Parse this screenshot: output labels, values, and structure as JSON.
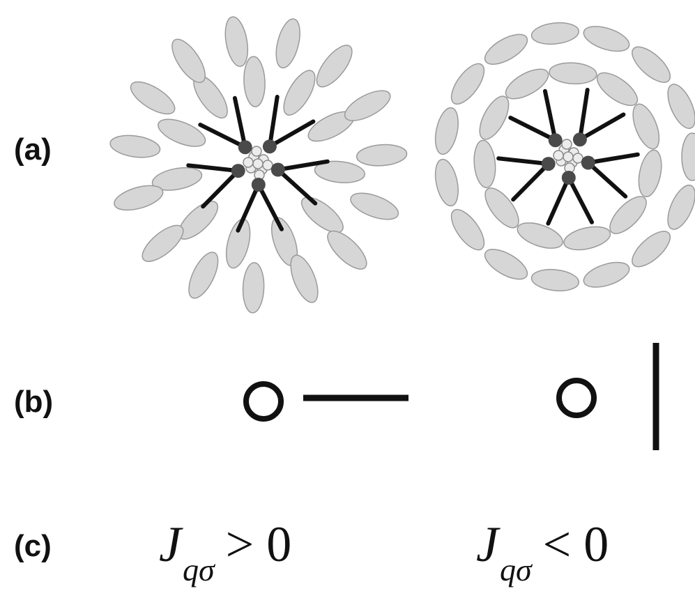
{
  "labels": {
    "a": "(a)",
    "b": "(b)",
    "c": "(c)"
  },
  "left": {
    "J": "J",
    "sub": "qσ",
    "relation": "> 0"
  },
  "right": {
    "J": "J",
    "sub": "qσ",
    "relation": "< 0"
  },
  "colors": {
    "ellipse_fill": "#d6d6d6",
    "ellipse_stroke": "#9a9a9a",
    "core": "#4a4a4a",
    "line": "#111111"
  }
}
